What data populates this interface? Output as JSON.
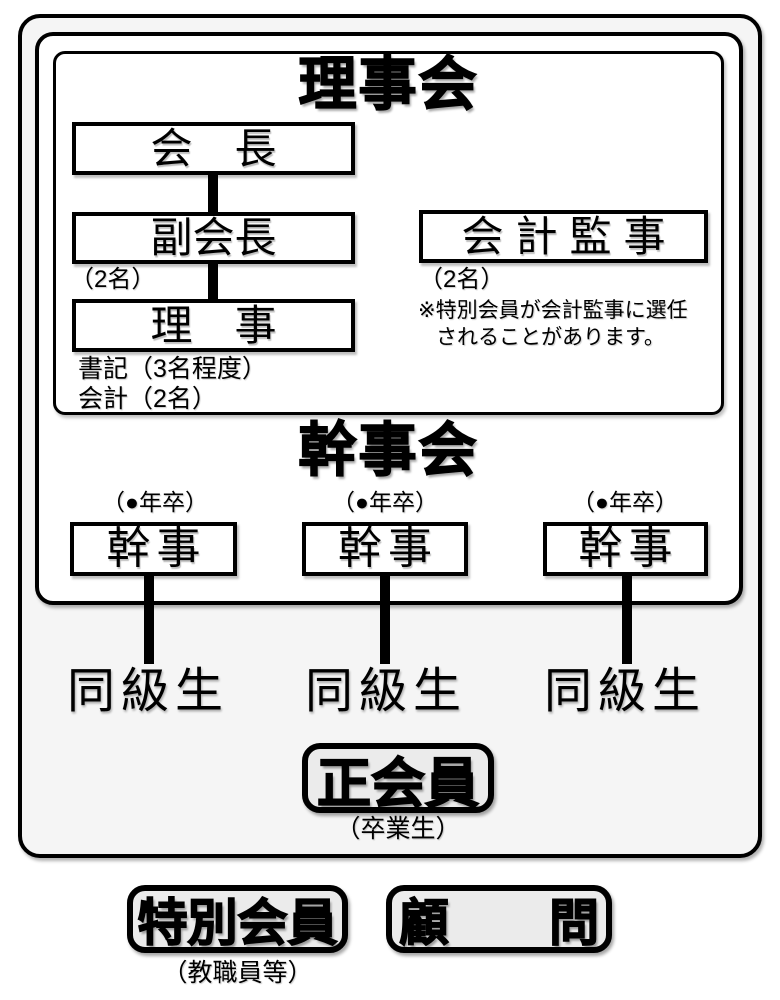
{
  "colors": {
    "line": "#000000",
    "outer_fill": "#f5f5f5",
    "box_fill": "#ffffff",
    "badge_fill": "#ebebeb"
  },
  "board": {
    "title": "理事会",
    "president": "会　長",
    "vice_president": "副会長",
    "vice_count": "（2名）",
    "director": "理　事",
    "secretary_note": "書記（3名程度）",
    "treasurer_note": "会計（2名）",
    "auditor": "会計監事",
    "auditor_count": "（2名）",
    "auditor_note1": "※特別会員が会計監事に選任",
    "auditor_note2": "されることがあります。"
  },
  "stewards": {
    "title": "幹事会",
    "columns": [
      {
        "year": "（●年卒）",
        "label": "幹事",
        "classmates": "同級生"
      },
      {
        "year": "（●年卒）",
        "label": "幹事",
        "classmates": "同級生"
      },
      {
        "year": "（●年卒）",
        "label": "幹事",
        "classmates": "同級生"
      }
    ]
  },
  "members": {
    "regular": "正会員",
    "regular_sub": "（卒業生）",
    "special": "特別会員",
    "special_sub": "（教職員等）",
    "advisor": "顧　　問"
  }
}
